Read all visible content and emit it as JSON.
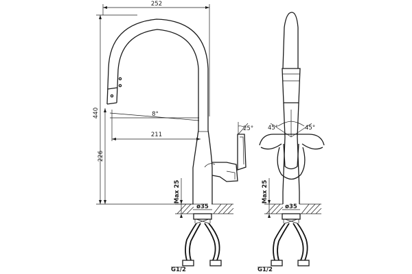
{
  "dimensions": {
    "width_top": "252",
    "height_total": "440",
    "height_spout": "226",
    "reach": "211",
    "angle_spout": "8°",
    "angle_lever": "25°",
    "angle_rot_left": "45°",
    "angle_rot_right": "45°",
    "max_counter_left": "Max 25",
    "max_counter_right": "Max 25",
    "hole_left": "ø35",
    "hole_right": "ø35",
    "thread_left": "G1/2",
    "thread_right": "G1/2"
  },
  "colors": {
    "line": "#1a1a1a",
    "background": "#ffffff"
  }
}
